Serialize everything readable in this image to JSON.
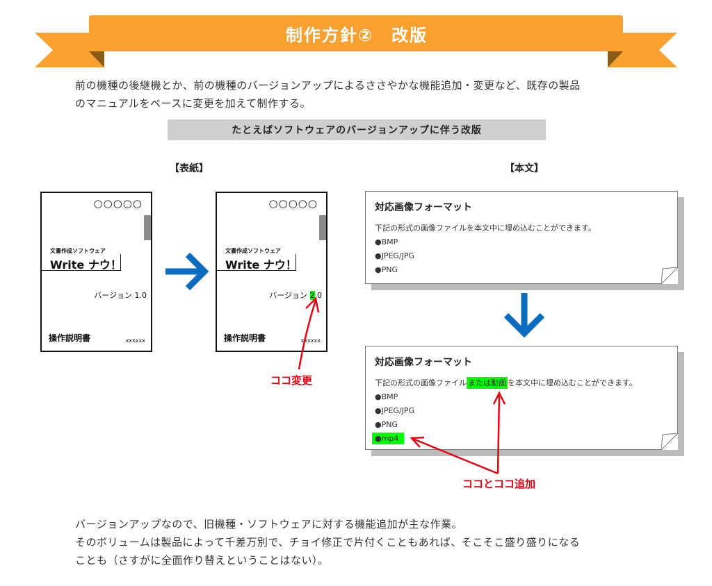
{
  "banner": {
    "title": "制作方針②　改版",
    "color": "#f9a130"
  },
  "intro": {
    "line1": "前の機種の後継機とか、前の機種のバージョンアップによるささやかな機能追加・変更など、既存の製品",
    "line2": "のマニュアルをベースに変更を加えて制作する。"
  },
  "subhead": "たとえばソフトウェアのバージョンアップに伴う改版",
  "labels": {
    "cover": "【表紙】",
    "body": "【本文】"
  },
  "cover_before": {
    "circles": "○○○○○",
    "brand_sub": "文書作成ソフトウェア",
    "brand_main": "Write ナウ！",
    "version_prefix": "バージョン ",
    "version_num": "1.0",
    "manual": "操作説明書",
    "code": "xxxxxx"
  },
  "cover_after": {
    "circles": "○○○○○",
    "brand_sub": "文書作成ソフトウェア",
    "brand_main": "Write ナウ！",
    "version_prefix": "バージョン ",
    "version_highlight": "2",
    "version_rest": ".0",
    "manual": "操作説明書",
    "code": "xxxxxx"
  },
  "doc_before": {
    "title": "対応画像フォーマット",
    "desc": "下記の形式の画像ファイルを本文中に埋め込むことができます。",
    "items": [
      "●BMP",
      "●JPEG/JPG",
      "●PNG"
    ]
  },
  "doc_after": {
    "title": "対応画像フォーマット",
    "desc_pre": "下記の形式の画像ファイル",
    "desc_hl": "または動画",
    "desc_post": "を本文中に埋め込むことができます。",
    "items": [
      "●BMP",
      "●JPEG/JPG",
      "●PNG"
    ],
    "item_added": "●mp4"
  },
  "callouts": {
    "cover_change": "ココ変更",
    "body_add": "ココとココ追加"
  },
  "footer": {
    "line1": "バージョンアップなので、旧機種・ソフトウェアに対する機能追加が主な作業。",
    "line2": "そのボリュームは製品によって千差万別で、チョイ修正で片付くこともあれば、そこそこ盛り盛りになる",
    "line3": "ことも（さすがに全面作り替えということはない）。"
  },
  "colors": {
    "arrow_blue": "#0a6cbf",
    "highlight": "#00ff00",
    "callout_red": "#e60012"
  }
}
